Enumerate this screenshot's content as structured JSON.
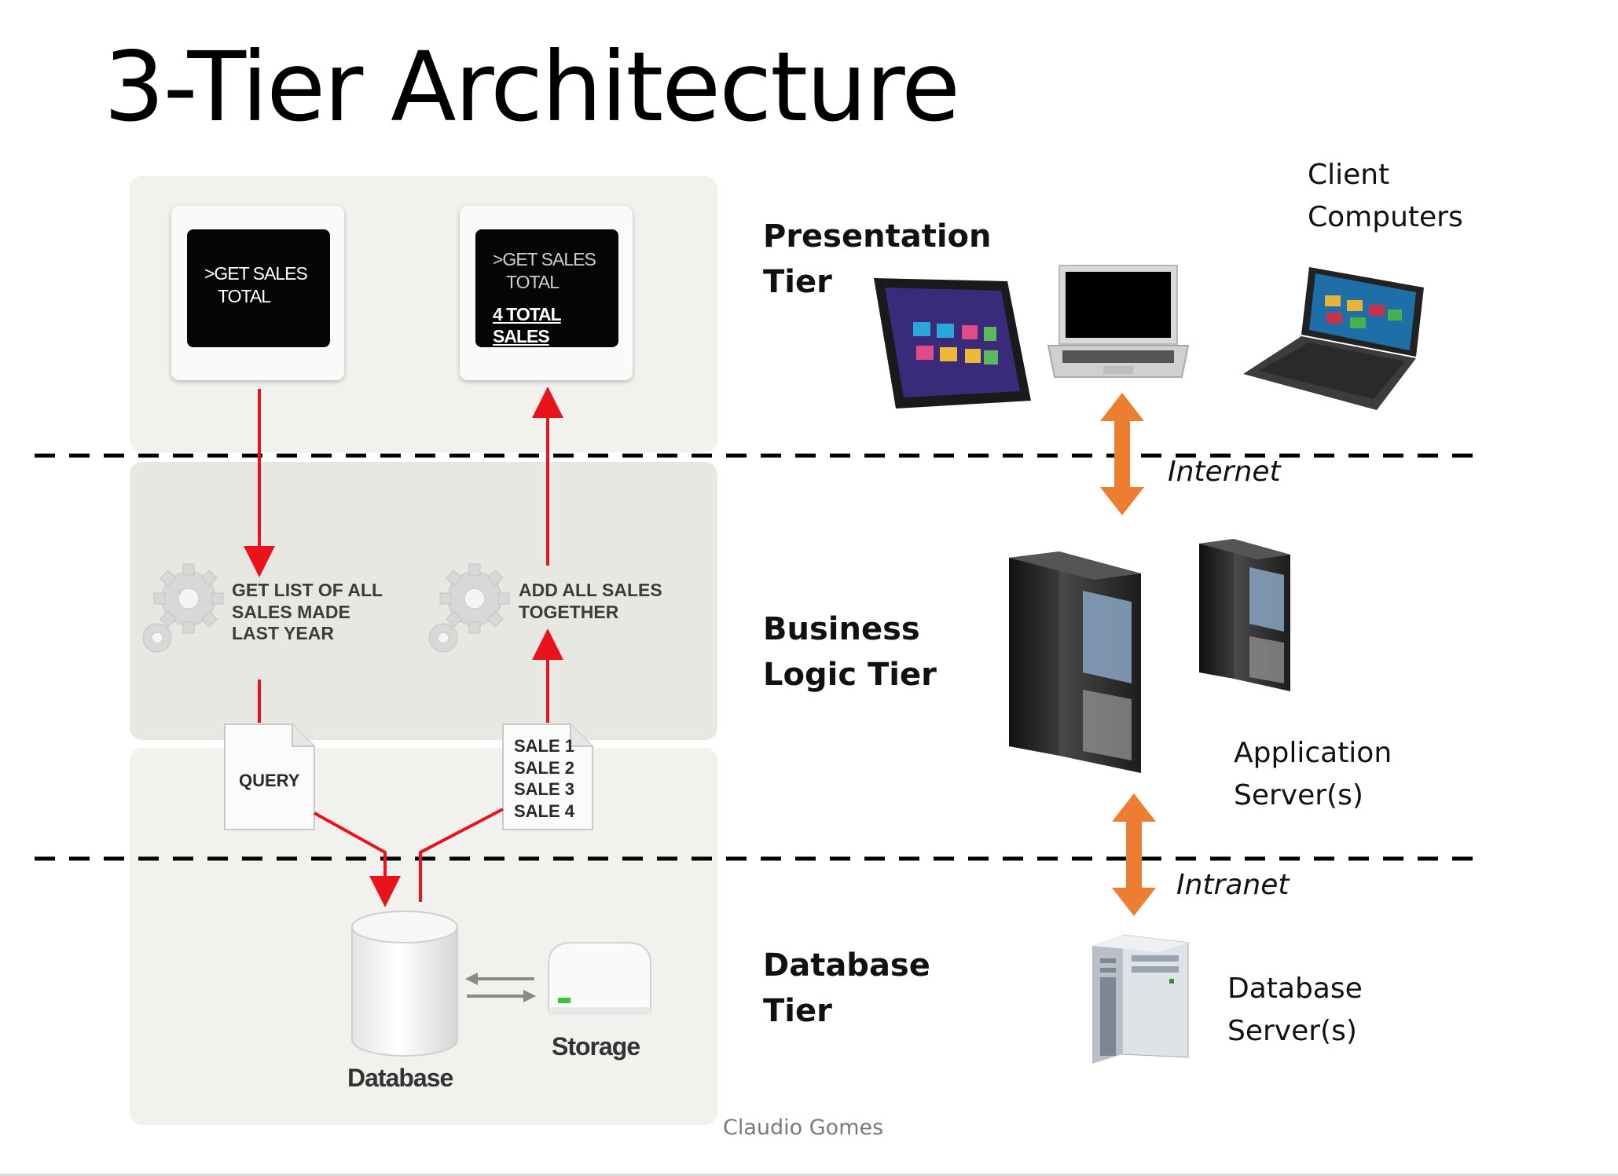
{
  "title": "3-Tier Architecture",
  "diagram": {
    "terminal_left": {
      "line1": ">GET SALES",
      "line2": "TOTAL"
    },
    "terminal_right": {
      "line1": ">GET SALES",
      "line2": "TOTAL",
      "result": "4 TOTAL SALES"
    },
    "step_left": [
      "GET LIST OF ALL",
      "SALES MADE",
      "LAST YEAR"
    ],
    "step_right": [
      "ADD ALL SALES",
      "TOGETHER"
    ],
    "query_doc": "QUERY",
    "sales_doc": [
      "SALE 1",
      "SALE 2",
      "SALE 3",
      "SALE 4"
    ],
    "database_label": "Database",
    "storage_label": "Storage"
  },
  "tiers": {
    "presentation": [
      "Presentation",
      "Tier"
    ],
    "business": [
      "Business",
      "Logic Tier"
    ],
    "database": [
      "Database",
      "Tier"
    ]
  },
  "devices": {
    "clients": [
      "Client",
      "Computers"
    ],
    "app_servers": [
      "Application",
      "Server(s)"
    ],
    "db_servers": [
      "Database",
      "Server(s)"
    ]
  },
  "links": {
    "internet": "Internet",
    "intranet": "Intranet"
  },
  "footer": "Claudio Gomes",
  "colors": {
    "arrow_red": "#e8131b",
    "arrow_orange": "#ed7d31",
    "panel_bg": "#f1f1ed"
  }
}
